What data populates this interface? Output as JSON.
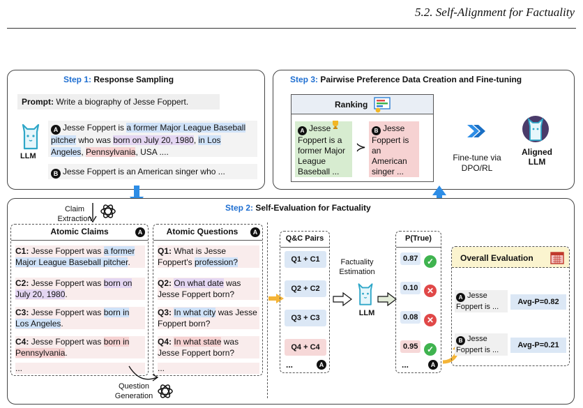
{
  "header": {
    "section": "5.2.  Self-Alignment for Factuality"
  },
  "step1": {
    "step": "Step 1:",
    "title": "Response Sampling",
    "prompt_label": "Prompt:",
    "prompt_text": "Write a biography of Jesse Foppert.",
    "llm_label": "LLM",
    "resp_a": {
      "badge": "A",
      "t1": "Jesse Foppert is ",
      "h1": "a former Major League Baseball pitcher",
      "t2": " who was ",
      "h2": "born on July 20, 1980",
      "t3": ", ",
      "h3": "in Los Angeles",
      "t4": ", ",
      "h4": "Pennsylvania",
      "t5": ", USA ...."
    },
    "resp_b": {
      "badge": "B",
      "text": "Jesse Foppert is an American singer who ..."
    }
  },
  "step3": {
    "step": "Step 3:",
    "title": "Pairwise Preference Data Creation and Fine-tuning",
    "ranking_label": "Ranking",
    "card_a": {
      "badge": "A",
      "text": "Jesse Foppert is a former Major League Baseball ..."
    },
    "card_b": {
      "badge": "B",
      "text": "Jesse Foppert is an American singer ..."
    },
    "succ": "≻",
    "finetune": "Fine-tune via DPO/RL",
    "aligned": "Aligned LLM"
  },
  "step2": {
    "step": "Step 2:",
    "title": "Self-Evaluation for Factuality",
    "claim_extraction": "Claim Extraction",
    "question_generation": "Question Generation",
    "atomic_claims": "Atomic Claims",
    "atomic_questions": "Atomic Questions",
    "badge": "A",
    "claims": [
      {
        "id": "C1:",
        "t": "Jesse Foppert was ",
        "h": "a former Major League Baseball pitcher",
        "e": "."
      },
      {
        "id": "C2:",
        "t": "Jesse Foppert was ",
        "h": "born on July 20, 1980",
        "e": "."
      },
      {
        "id": "C3:",
        "t": "Jesse Foppert was ",
        "h": "born in Los Angeles",
        "e": "."
      },
      {
        "id": "C4:",
        "t": "Jesse Foppert was ",
        "h": "born in Pennsylvania",
        "e": "."
      }
    ],
    "questions": [
      {
        "id": "Q1:",
        "t": "What is Jesse Foppert's ",
        "h": "profession?",
        "e": ""
      },
      {
        "id": "Q2:",
        "t": "",
        "h": "On what date",
        "e": " was Jesse Foppert born?"
      },
      {
        "id": "Q3:",
        "t": "",
        "h": "In what city",
        "e": " was Jesse Foppert born?"
      },
      {
        "id": "Q4:",
        "t": "",
        "h": "In what state",
        "e": " was Jesse Foppert born?"
      }
    ],
    "ellipsis": "...",
    "qc_label": "Q&C Pairs",
    "qc_pairs": [
      "Q1 + C1",
      "Q2 + C2",
      "Q3 + C3",
      "Q4 + C4"
    ],
    "fact_est": "Factuality Estimation",
    "llm_label": "LLM",
    "ptrue_label": "P(True)",
    "ptrue": [
      "0.87",
      "0.10",
      "0.08",
      "0.95"
    ],
    "overall_label": "Overall Evaluation",
    "overall": [
      {
        "badge": "A",
        "text": "Jesse Foppert is ...",
        "score": "Avg-P=0.82"
      },
      {
        "badge": "B",
        "text": "Jesse Foppert is ...",
        "score": "Avg-P=0.21"
      }
    ]
  }
}
